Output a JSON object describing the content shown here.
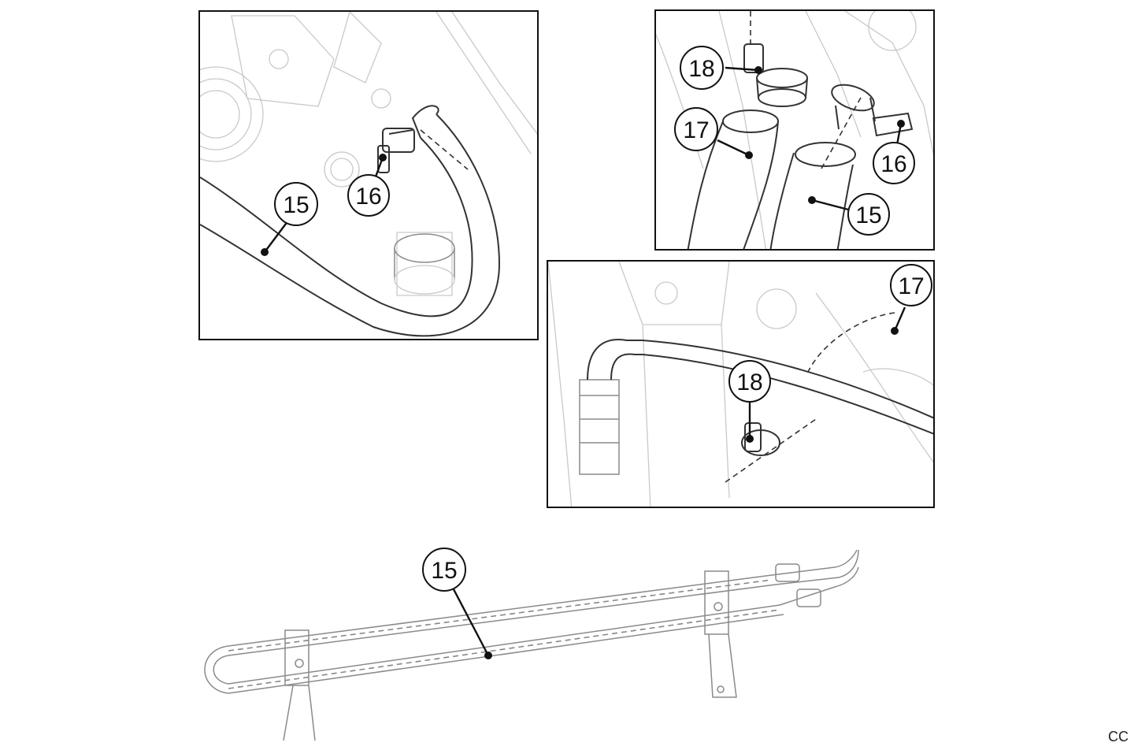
{
  "callouts": {
    "p1_hose": "15",
    "p1_clamp": "16",
    "p2_clamp_top": "18",
    "p2_hose_left": "17",
    "p2_clamp_right": "16",
    "p2_hose_right": "15",
    "p3_hose": "17",
    "p3_clamp": "18",
    "p4_hose": "15"
  },
  "corner_code": "CC"
}
